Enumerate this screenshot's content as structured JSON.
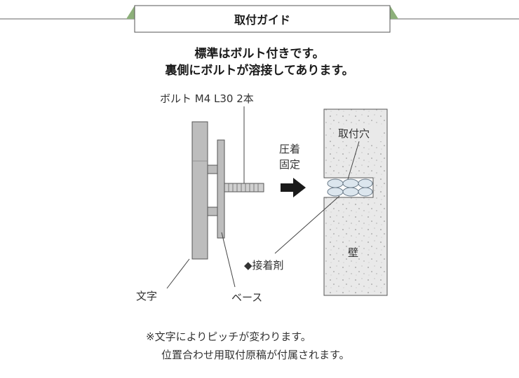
{
  "header": {
    "title": "取付ガイド"
  },
  "intro": {
    "line1": "標準はボルト付きです。",
    "line2": "裏側にボルトが溶接してあります。"
  },
  "labels": {
    "bolt": "ボルト M4 L30 2本",
    "press_fix_1": "圧着",
    "press_fix_2": "固定",
    "mount_hole": "取付穴",
    "adhesive": "◆接着剤",
    "wall": "壁",
    "letter": "文字",
    "base": "ベース"
  },
  "notes": {
    "line1": "※文字によりピッチが変わります。",
    "line2": "位置合わせ用取付原稿が付属されます。"
  },
  "colors": {
    "banner_green": "#8db07a",
    "wall_fill": "#e8e8e8",
    "plate_fill": "#bdbdbd",
    "arrow": "#1a1a1a"
  }
}
